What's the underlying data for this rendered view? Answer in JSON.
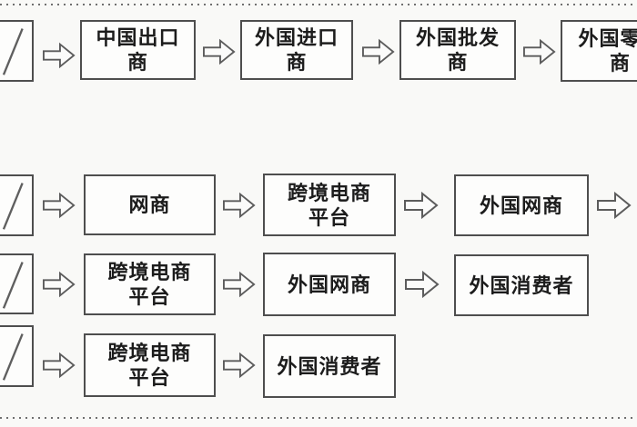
{
  "diagram": {
    "description": "跨境电商与传统外贸流程对比流程图",
    "colors": {
      "background": "#f9f9f7",
      "box_fill": "#fdfdfc",
      "box_border": "#4e4e4e",
      "arrow_stroke": "#5c5c5c",
      "text": "#1c1c1c",
      "dotted_line": "#6f6f6f"
    },
    "rows": [
      {
        "name": "traditional-trade-chain",
        "clipped_mark": "/",
        "nodes": [
          {
            "label": "中国出口\n商"
          },
          {
            "label": "外国进口\n商"
          },
          {
            "label": "外国批发\n商"
          },
          {
            "label": "外国零售\n商"
          }
        ]
      },
      {
        "name": "cbec-chain-b2b",
        "clipped_mark": "/",
        "nodes": [
          {
            "label": "网商"
          },
          {
            "label": "跨境电商\n平台"
          },
          {
            "label": "外国网商"
          }
        ]
      },
      {
        "name": "cbec-chain-b2b2c",
        "clipped_mark": "/",
        "nodes": [
          {
            "label": "跨境电商\n平台"
          },
          {
            "label": "外国网商"
          },
          {
            "label": "外国消费者"
          }
        ]
      },
      {
        "name": "cbec-chain-b2c",
        "clipped_mark": "/",
        "nodes": [
          {
            "label": "跨境电商\n平台"
          },
          {
            "label": "外国消费者"
          }
        ]
      }
    ]
  }
}
